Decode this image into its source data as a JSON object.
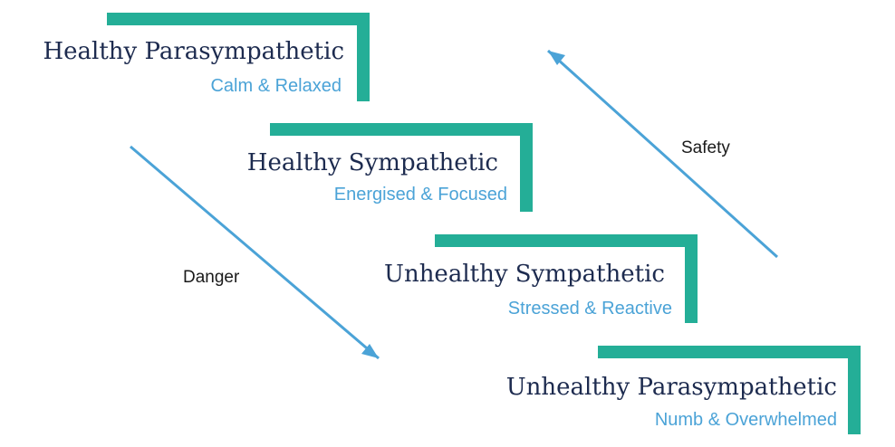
{
  "states": [
    {
      "title": "Healthy Parasympathetic",
      "subtitle": "Calm & Relaxed"
    },
    {
      "title": "Healthy Sympathetic",
      "subtitle": "Energised & Focused"
    },
    {
      "title": "Unhealthy Sympathetic",
      "subtitle": "Stressed & Reactive"
    },
    {
      "title": "Unhealthy Parasympathetic",
      "subtitle": "Numb & Overwhelmed"
    }
  ],
  "arrows": {
    "danger": "Danger",
    "safety": "Safety"
  },
  "colors": {
    "bracket": "#24ae97",
    "title": "#1d2b4f",
    "subtitle": "#4ba3d7",
    "arrow": "#4ba3d7"
  }
}
